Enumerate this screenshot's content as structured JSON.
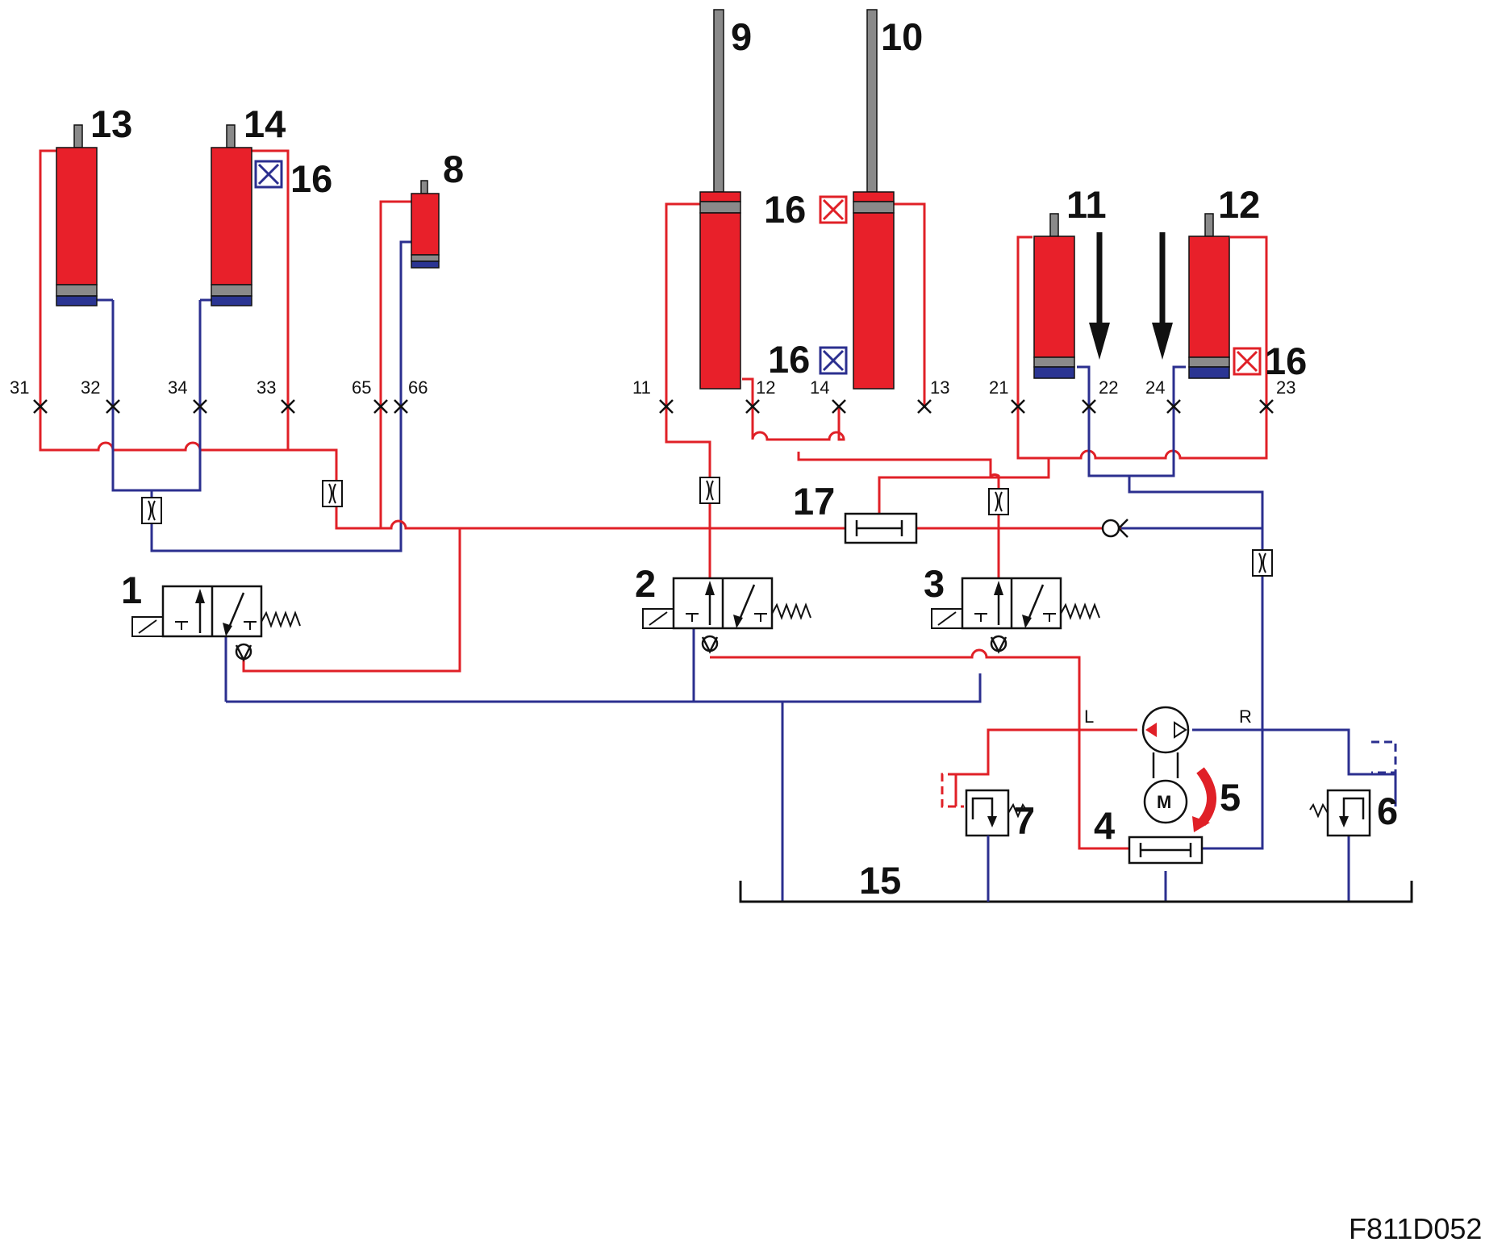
{
  "colors": {
    "pressure_line": "#e02027",
    "return_line": "#2b2f8f",
    "cylinder_body": "#e8202a",
    "piston": "#8a8a8a",
    "piston_seal": "#2b3593",
    "outline": "#111111"
  },
  "components": {
    "c1": "1",
    "c2": "2",
    "c3": "3",
    "c4": "4",
    "c5": "5",
    "c6": "6",
    "c7": "7",
    "c8": "8",
    "c9": "9",
    "c10": "10",
    "c11": "11",
    "c12": "12",
    "c13": "13",
    "c14": "14",
    "c15": "15",
    "c16": "16",
    "c17": "17"
  },
  "ports": {
    "p31": "31",
    "p32": "32",
    "p34": "34",
    "p33": "33",
    "p65": "65",
    "p66": "66",
    "p11": "11",
    "p12": "12",
    "p14": "14",
    "p13": "13",
    "p21": "21",
    "p22": "22",
    "p24": "24",
    "p23": "23"
  },
  "pump": {
    "left": "L",
    "right": "R",
    "motor": "M"
  },
  "drawing_code": "F811D052"
}
